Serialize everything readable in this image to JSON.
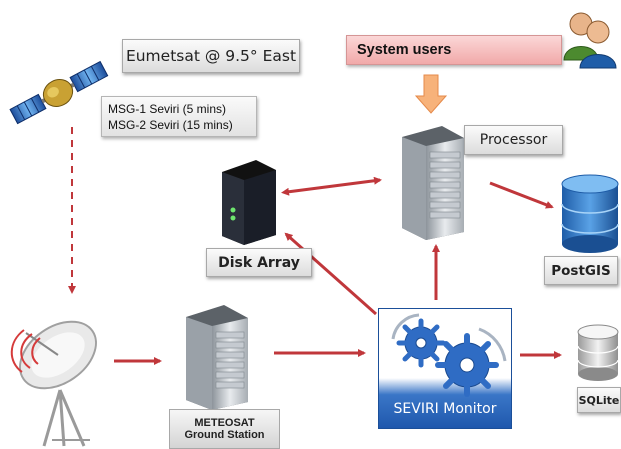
{
  "labels": {
    "satellite_name": "Eumetsat @ 9.5° East",
    "msg1": "MSG-1 Seviri (5 mins)",
    "msg2": "MSG-2 Seviri (15 mins)",
    "system_users": "System users",
    "processor": "Processor",
    "disk_array": "Disk Array",
    "postgis": "PostGIS",
    "sqlite": "SQLite",
    "ground_station_line1": "METEOSAT",
    "ground_station_line2": "Ground Station",
    "seviri_monitor": "SEVIRI Monitor"
  },
  "colors": {
    "arrow": "#c0373b",
    "users_arrow": "#f7b27a",
    "monitor_blue": "#1f58ad",
    "users_box": "#f4b8b8"
  }
}
